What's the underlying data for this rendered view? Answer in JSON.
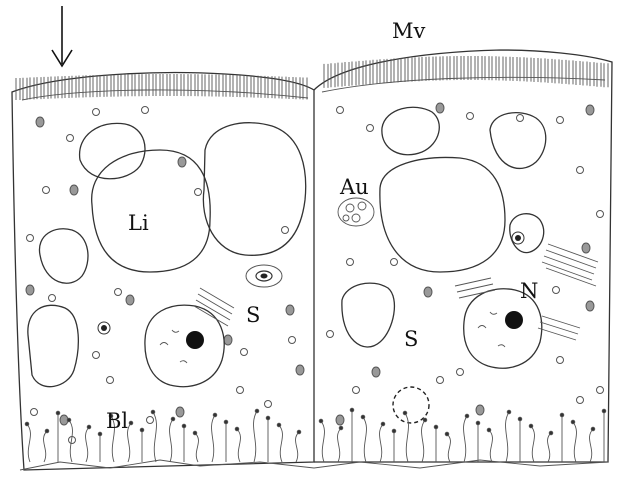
{
  "labels": {
    "microvilli": "Mv",
    "lipid_droplet": "Li",
    "autophagic_vacuole": "Au",
    "secretory_granule_left": "S",
    "secretory_granule_right": "S",
    "nucleus": "N",
    "basal_labyrinth": "Bl"
  }
}
